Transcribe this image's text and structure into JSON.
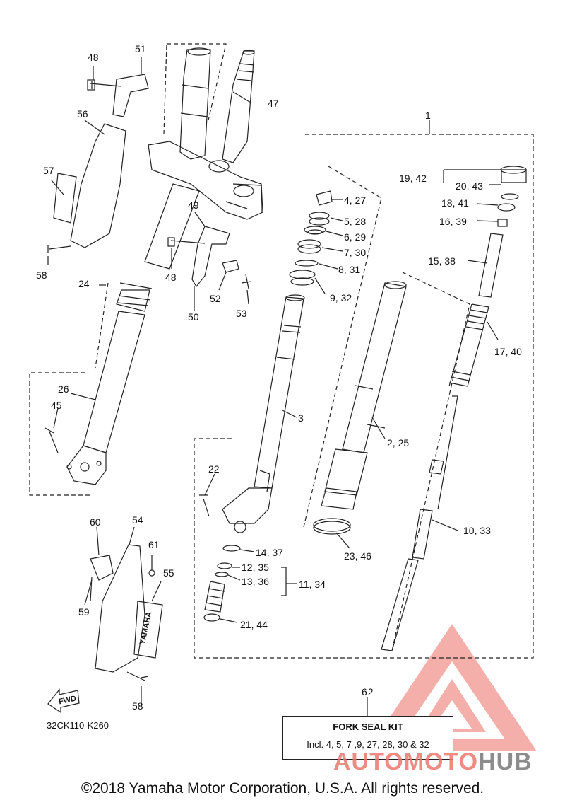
{
  "labels": [
    {
      "id": "48a",
      "text": "48"
    },
    {
      "id": "51",
      "text": "51"
    },
    {
      "id": "56",
      "text": "56"
    },
    {
      "id": "57",
      "text": "57"
    },
    {
      "id": "58a",
      "text": "58"
    },
    {
      "id": "24",
      "text": "24"
    },
    {
      "id": "47",
      "text": "47"
    },
    {
      "id": "49",
      "text": "49"
    },
    {
      "id": "48b",
      "text": "48"
    },
    {
      "id": "50",
      "text": "50"
    },
    {
      "id": "52",
      "text": "52"
    },
    {
      "id": "53",
      "text": "53"
    },
    {
      "id": "1",
      "text": "1"
    },
    {
      "id": "4_27",
      "text": "4, 27"
    },
    {
      "id": "5_28",
      "text": "5, 28"
    },
    {
      "id": "6_29",
      "text": "6, 29"
    },
    {
      "id": "7_30",
      "text": "7, 30"
    },
    {
      "id": "8_31",
      "text": "8, 31"
    },
    {
      "id": "9_32",
      "text": "9, 32"
    },
    {
      "id": "19_42",
      "text": "19, 42"
    },
    {
      "id": "20_43",
      "text": "20, 43"
    },
    {
      "id": "18_41",
      "text": "18, 41"
    },
    {
      "id": "16_39",
      "text": "16, 39"
    },
    {
      "id": "15_38",
      "text": "15, 38"
    },
    {
      "id": "17_40",
      "text": "17, 40"
    },
    {
      "id": "26",
      "text": "26"
    },
    {
      "id": "45",
      "text": "45"
    },
    {
      "id": "3",
      "text": "3"
    },
    {
      "id": "2_25",
      "text": "2, 25"
    },
    {
      "id": "22",
      "text": "22"
    },
    {
      "id": "10_33",
      "text": "10, 33"
    },
    {
      "id": "60",
      "text": "60"
    },
    {
      "id": "54",
      "text": "54"
    },
    {
      "id": "61",
      "text": "61"
    },
    {
      "id": "55",
      "text": "55"
    },
    {
      "id": "14_37",
      "text": "14, 37"
    },
    {
      "id": "12_35",
      "text": "12, 35"
    },
    {
      "id": "13_36",
      "text": "13, 36"
    },
    {
      "id": "11_34",
      "text": "11, 34"
    },
    {
      "id": "23_46",
      "text": "23, 46"
    },
    {
      "id": "59",
      "text": "59"
    },
    {
      "id": "21_44",
      "text": "21, 44"
    },
    {
      "id": "58b",
      "text": "58"
    }
  ],
  "fwd_label": "FWD",
  "decal_text": "YAMAHA",
  "diagram_code": "32CK110-K260",
  "kit": {
    "number": "62",
    "title": "FORK SEAL KIT",
    "includes": "Incl. 4, 5, 7 ,9, 27, 28, 30 & 32"
  },
  "copyright": "©2018 Yamaha Motor Corporation, U.S.A. All rights reserved.",
  "watermark": {
    "part1": "AUTOMOTO",
    "part2": "HUB"
  }
}
